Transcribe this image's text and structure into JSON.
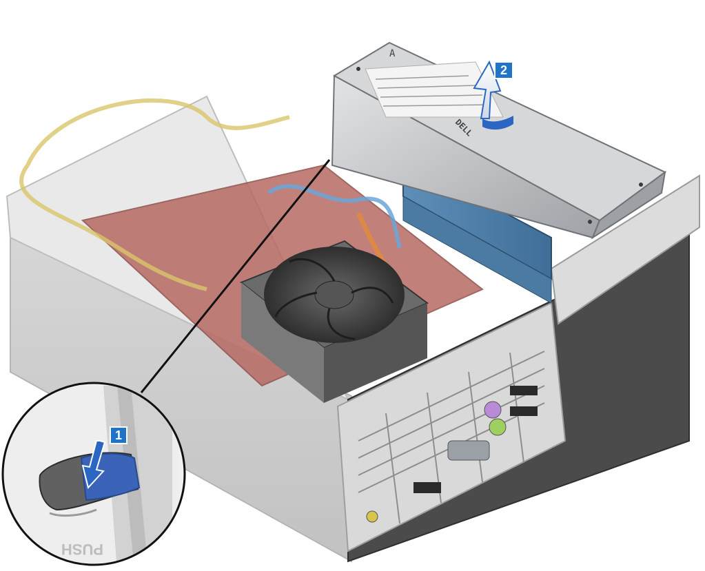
{
  "steps": [
    {
      "number": "1",
      "color": "#1f73c8"
    },
    {
      "number": "2",
      "color": "#1f73c8"
    }
  ],
  "psu": {
    "brand": "DELL",
    "bay_letter": "A"
  },
  "tab": {
    "embossed_text": "PUSH",
    "color": "#3b63b8"
  },
  "arrow_color": "#2b66c2",
  "leader_color": "#111111"
}
